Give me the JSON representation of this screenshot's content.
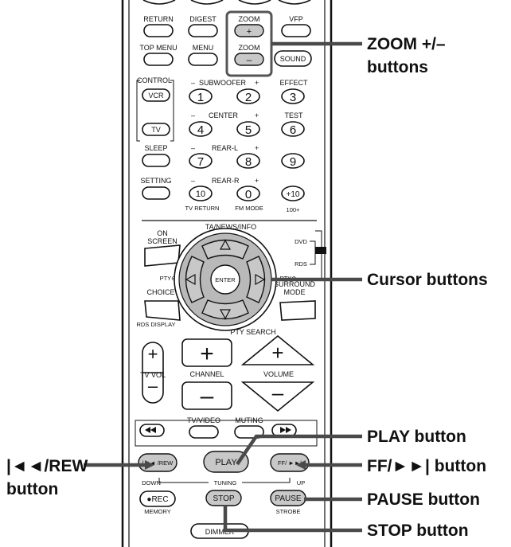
{
  "callouts": {
    "zoom_line1": "ZOOM +/–",
    "zoom_line2": "buttons",
    "cursor": "Cursor buttons",
    "play": "PLAY button",
    "rew_line1": "|◄◄/REW",
    "rew_line2": "button",
    "ff": "FF/►►| button",
    "pause": "PAUSE button",
    "stop": "STOP button"
  },
  "remote": {
    "row1": {
      "return": "RETURN",
      "digest": "DIGEST",
      "zoom": "ZOOM",
      "zoom_plus": "+",
      "vfp": "VFP"
    },
    "row2": {
      "top_menu": "TOP MENU",
      "menu": "MENU",
      "zoom": "ZOOM",
      "zoom_minus": "–",
      "sound": "SOUND"
    },
    "control": {
      "label": "CONTROL",
      "vcr": "VCR",
      "tv": "TV"
    },
    "numeric": {
      "subwoofer": "SUBWOOFER",
      "center": "CENTER",
      "rear_l": "REAR-L",
      "rear_r": "REAR-R",
      "effect": "EFFECT",
      "test": "TEST",
      "minus": "–",
      "plus": "+",
      "k1": "1",
      "k2": "2",
      "k3": "3",
      "k4": "4",
      "k5": "5",
      "k6": "6",
      "k7": "7",
      "k8": "8",
      "k9": "9",
      "k10": "10",
      "k0": "0",
      "k10plus": "+10",
      "sleep": "SLEEP",
      "setting": "SETTING",
      "tv_return": "TV RETURN",
      "fm_mode": "FM MODE",
      "hundred_plus": "100+"
    },
    "nav": {
      "ta_news_info": "TA/NEWS/INFO",
      "on": "ON",
      "screen": "SCREEN",
      "dvd": "DVD",
      "rds": "RDS",
      "pty_minus": "PTY⊖",
      "pty_plus": "PTY⊕",
      "enter": "ENTER",
      "choice": "CHOICE",
      "surround": "SURROUND",
      "mode": "MODE",
      "rds_display": "RDS DISPLAY",
      "pty_search": "PTY SEARCH"
    },
    "volume": {
      "plus": "+",
      "minus": "–",
      "tv_vol": "TV VOL",
      "channel": "CHANNEL",
      "volume": "VOLUME"
    },
    "transport": {
      "tv_video": "TV/VIDEO",
      "muting": "MUTING",
      "rew": "|◄◄ /REW",
      "play": "PLAY",
      "ff": "FF/ ►►|",
      "down": "DOWN",
      "tuning": "TUNING",
      "up": "UP",
      "rec": "●REC",
      "memory": "MEMORY",
      "stop": "STOP",
      "pause": "PAUSE",
      "strobe": "STROBE",
      "dimmer": "DIMMER"
    }
  }
}
